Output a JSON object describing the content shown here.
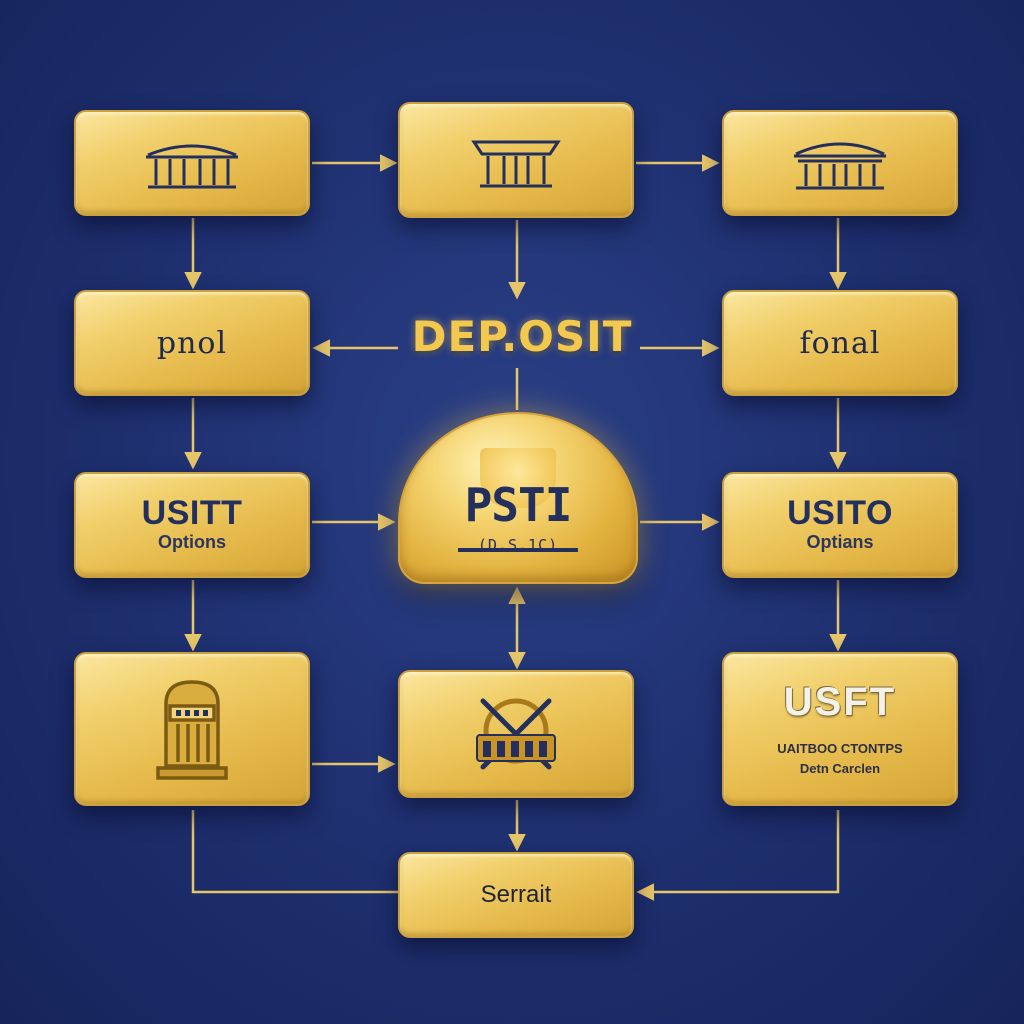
{
  "center": {
    "label": "DEP.OSIT",
    "title": "PSTI",
    "subtitle": "(D.S.1C)"
  },
  "nodes": {
    "top_left": {
      "icon": "bank-building-icon"
    },
    "top_center": {
      "icon": "bank-building-icon"
    },
    "top_right": {
      "icon": "bank-building-icon"
    },
    "mid_left": {
      "text": "pnol"
    },
    "mid_right": {
      "text": "fonal"
    },
    "opt_left": {
      "title": "USITT",
      "subtitle": "Options"
    },
    "opt_right": {
      "title": "USITO",
      "subtitle": "Optians"
    },
    "vault_left": {
      "icon": "vault-safe-icon"
    },
    "tools_center": {
      "icon": "tools-emblem-icon"
    },
    "usft": {
      "title": "USFT",
      "line1": "UAITBOO CTONTPS",
      "line2": "Detn Carclen"
    },
    "bottom": {
      "text": "Serrait"
    }
  },
  "colors": {
    "background": "#1e2f6e",
    "gold": "#e9c25a",
    "connector": "#e6c66a",
    "ink": "#23305e"
  }
}
